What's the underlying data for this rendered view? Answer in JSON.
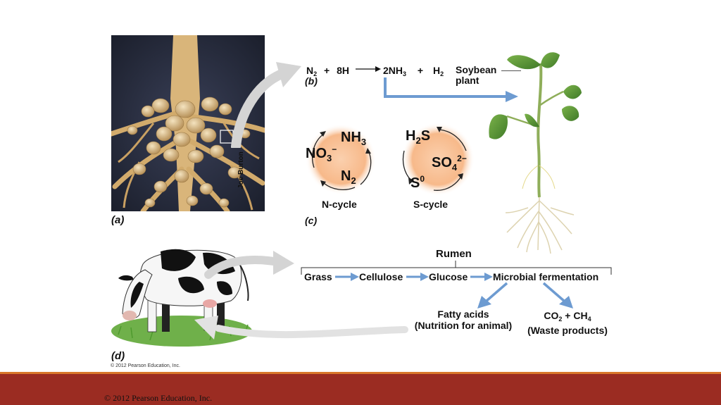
{
  "panel_a": {
    "label": "(a)",
    "photo_credit": "Joe Burton"
  },
  "panel_b": {
    "label": "(b)",
    "eq_n": "N",
    "eq_n_sub": "2",
    "eq_plus1": "+",
    "eq_8h": "8H",
    "eq_2nh": "2NH",
    "eq_2nh_sub": "3",
    "eq_plus2": "+",
    "eq_h": "H",
    "eq_h_sub": "2",
    "plant_label_1": "Soybean",
    "plant_label_2": "plant"
  },
  "panel_c": {
    "label": "(c)",
    "n_cycle": {
      "nh": "NH",
      "nh_sub": "3",
      "no": "NO",
      "no_sub": "3",
      "no_sup": "−",
      "n2": "N",
      "n2_sub": "2",
      "name": "N-cycle"
    },
    "s_cycle": {
      "h2s_h": "H",
      "h2s_sub": "2",
      "h2s_s": "S",
      "so": "SO",
      "so_sub": "4",
      "so_sup": "2−",
      "s0": "S",
      "s0_sup": "0",
      "name": "S-cycle"
    }
  },
  "panel_d": {
    "label": "(d)",
    "rumen": "Rumen",
    "flow": [
      "Grass",
      "Cellulose",
      "Glucose",
      "Microbial fermentation"
    ],
    "fatty_1": "Fatty acids",
    "fatty_2": "(Nutrition for animal)",
    "co2": "CO",
    "co2_sub": "2",
    "co2_plus": "+ CH",
    "ch4_sub": "4",
    "waste": "(Waste products)",
    "small_copyright": "© 2012 Pearson Education, Inc."
  },
  "footer": {
    "copyright": "© 2012 Pearson Education, Inc."
  },
  "colors": {
    "arrow_blue": "#6d9bd1",
    "footer_red": "#9b2c22",
    "footer_orange": "#d9772a",
    "cycle_orange": "#f7b98a"
  }
}
